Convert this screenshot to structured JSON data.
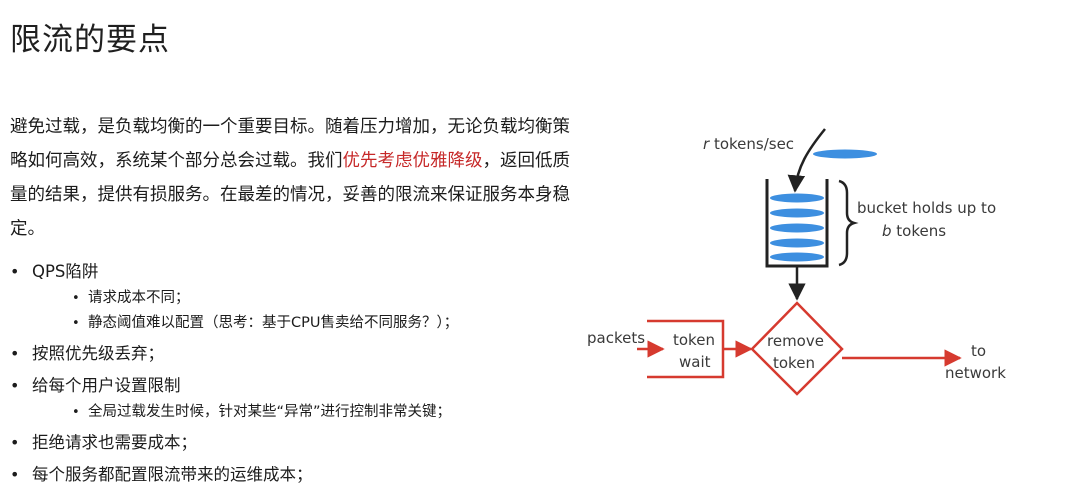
{
  "title": "限流的要点",
  "intro": {
    "before": "避免过载，是负载均衡的一个重要目标。随着压力增加，无论负载均衡策略如何高效，系统某个部分总会过载。我们",
    "highlight": "优先考虑优雅降级",
    "after": "，返回低质量的结果，提供有损服务。在最差的情况，妥善的限流来保证服务本身稳定。"
  },
  "bullets": [
    {
      "text": "QPS陷阱",
      "sub": [
        "请求成本不同；",
        "静态阈值难以配置（思考：基于CPU售卖给不同服务？）；"
      ]
    },
    {
      "text": "按照优先级丢弃；",
      "sub": []
    },
    {
      "text": "给每个用户设置限制",
      "sub": [
        "全局过载发生时候，针对某些“异常”进行控制非常关键；"
      ]
    },
    {
      "text": "拒绝请求也需要成本；",
      "sub": []
    },
    {
      "text": "每个服务都配置限流带来的运维成本；",
      "sub": []
    }
  ],
  "diagram": {
    "rate_var": "r",
    "rate_suffix": " tokens/sec",
    "bucket_line1": "bucket holds up to",
    "bucket_var": "b",
    "bucket_line2_suffix": " tokens",
    "packets": "packets",
    "token_wait_1": "token",
    "token_wait_2": "wait",
    "remove_1": "remove",
    "remove_2": "token",
    "to_1": "to",
    "to_2": "network",
    "colors": {
      "token": "#3d8fe0",
      "flow": "#d63a2f",
      "line": "#222222"
    }
  }
}
